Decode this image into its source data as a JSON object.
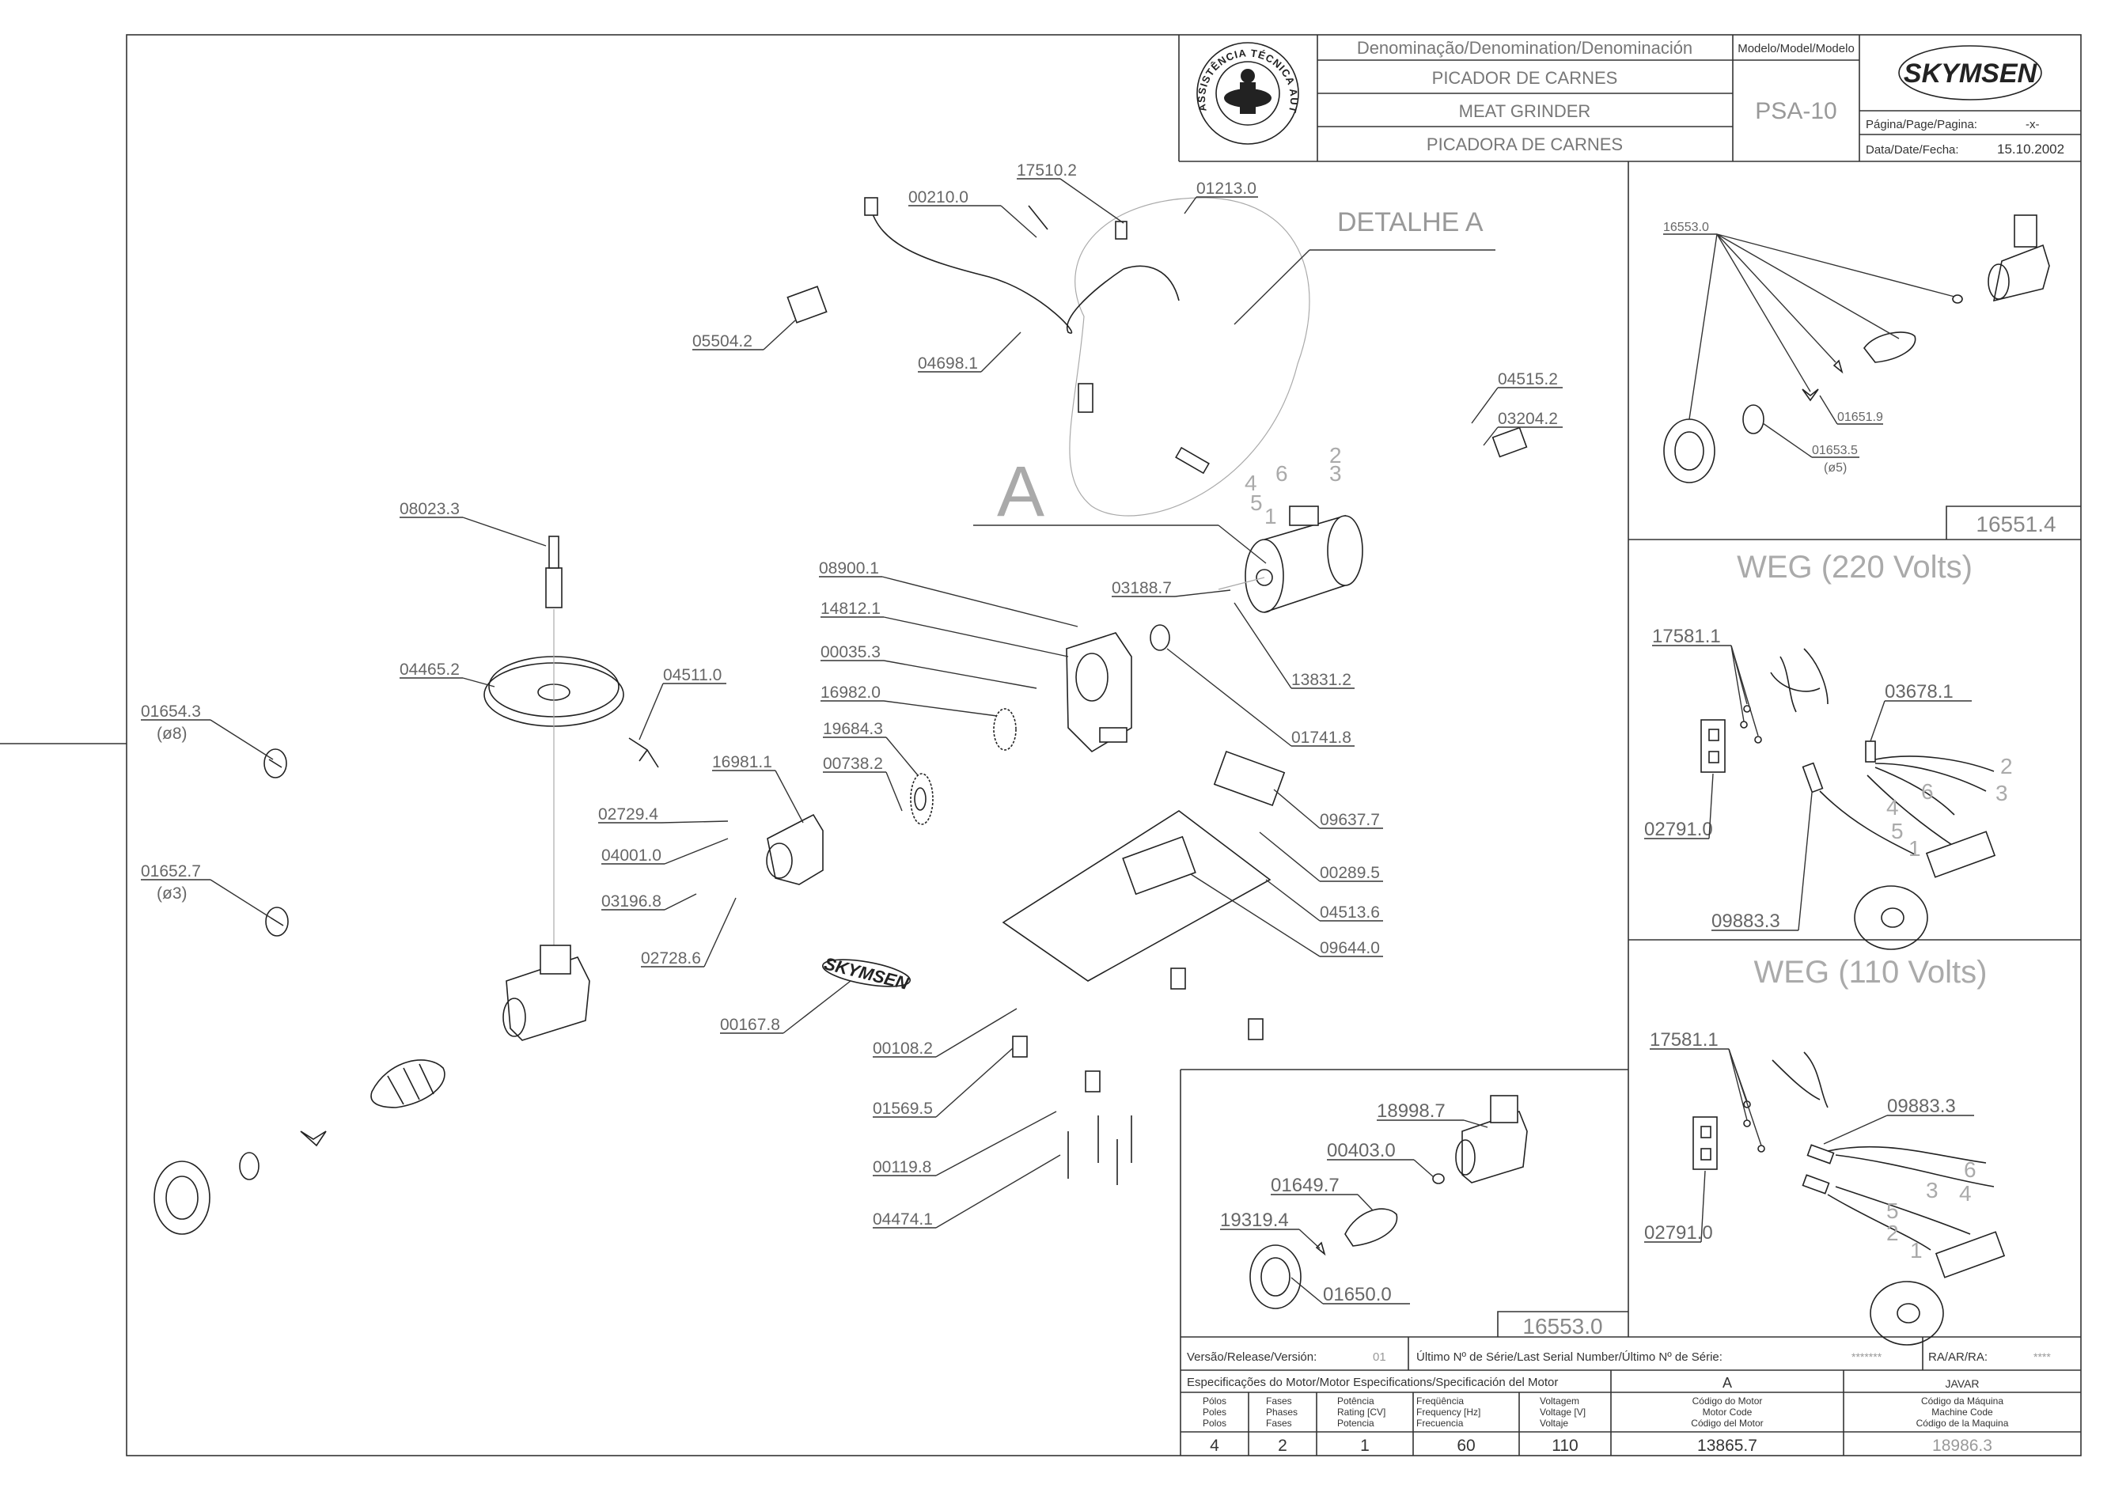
{
  "title_block": {
    "denomination_header": "Denominação/Denomination/Denominación",
    "name_pt": "PICADOR DE CARNES",
    "name_en": "MEAT  GRINDER",
    "name_es": "PICADORA DE CARNES",
    "model_header": "Modelo/Model/Modelo",
    "model_value": "PSA-10",
    "brand_logo": "SKYMSEN",
    "page_label": "Página/Page/Pagina:",
    "page_value": "-x-",
    "date_label": "Data/Date/Fecha:",
    "date_value": "15.10.2002",
    "seal_text": "ASSISTÊNCIA TÉCNICA AUTORIZADA"
  },
  "main_view": {
    "detail_label": "DETALHE  A",
    "detail_marker": "A",
    "wire_numbers": [
      "2",
      "6",
      "3",
      "4",
      "5",
      "1"
    ],
    "parts": [
      "17510.2",
      "00210.0",
      "01213.0",
      "05504.2",
      "04698.1",
      "04515.2",
      "03204.2",
      "08023.3",
      "04465.2",
      "04511.0",
      "01654.3",
      "(ø8)",
      "01652.7",
      "(ø3)",
      "16981.1",
      "02729.4",
      "04001.0",
      "03196.8",
      "02728.6",
      "00167.8",
      "08900.1",
      "14812.1",
      "00035.3",
      "16982.0",
      "19684.3",
      "00738.2",
      "03188.7",
      "13831.2",
      "01741.8",
      "09637.7",
      "00289.5",
      "04513.6",
      "09644.0",
      "00108.2",
      "01569.5",
      "00119.8",
      "04474.1"
    ],
    "sticker_logo": "SKYMSEN"
  },
  "panel_16551": {
    "parts": [
      "16553.0",
      "01651.9",
      "01653.5",
      "(ø5)"
    ],
    "id": "16551.4"
  },
  "panel_16553": {
    "parts": [
      "18998.7",
      "00403.0",
      "01649.7",
      "19319.4",
      "01650.0"
    ],
    "id": "16553.0"
  },
  "panel_weg220": {
    "title": "WEG  (220  Volts)",
    "parts": [
      "17581.1",
      "03678.1",
      "02791.0",
      "09883.3"
    ],
    "wire_numbers": [
      "2",
      "6",
      "3",
      "4",
      "5",
      "1"
    ]
  },
  "panel_weg110": {
    "title": "WEG  (110  Volts)",
    "parts": [
      "17581.1",
      "09883.3",
      "02791.0"
    ],
    "wire_numbers": [
      "6",
      "3",
      "4",
      "5",
      "2",
      "1"
    ]
  },
  "footer": {
    "release_label": "Versão/Release/Versión:",
    "release_value": "01",
    "serial_label": "Último Nº de Série/Last Serial Number/Último Nº de Série:",
    "serial_value": "*******",
    "ra_label": "RA/AR/RA:",
    "ra_value": "****",
    "motor_spec_header": "Especificações do Motor/Motor Especifications/Specificación del Motor",
    "motor_letter": "A",
    "maker": "JAVAR",
    "col_poles": [
      "Pólos",
      "Poles",
      "Polos"
    ],
    "col_phases": [
      "Fases",
      "Phases",
      "Fases"
    ],
    "col_power": [
      "Potência",
      "Rating [CV]",
      "Potencia"
    ],
    "col_freq": [
      "Freqüência",
      "Frequency [Hz]",
      "Frecuencia"
    ],
    "col_voltage": [
      "Voltagem",
      "Voltage [V]",
      "Voltaje"
    ],
    "col_motor_code": [
      "Código do Motor",
      "Motor Code",
      "Código del Motor"
    ],
    "col_machine_code": [
      "Código da Máquina",
      "Machine Code",
      "Código de la Maquina"
    ],
    "val_poles": "4",
    "val_phases": "2",
    "val_power": "1",
    "val_freq": "60",
    "val_voltage": "110",
    "val_motor_code": "13865.7",
    "val_machine_code": "18986.3"
  }
}
